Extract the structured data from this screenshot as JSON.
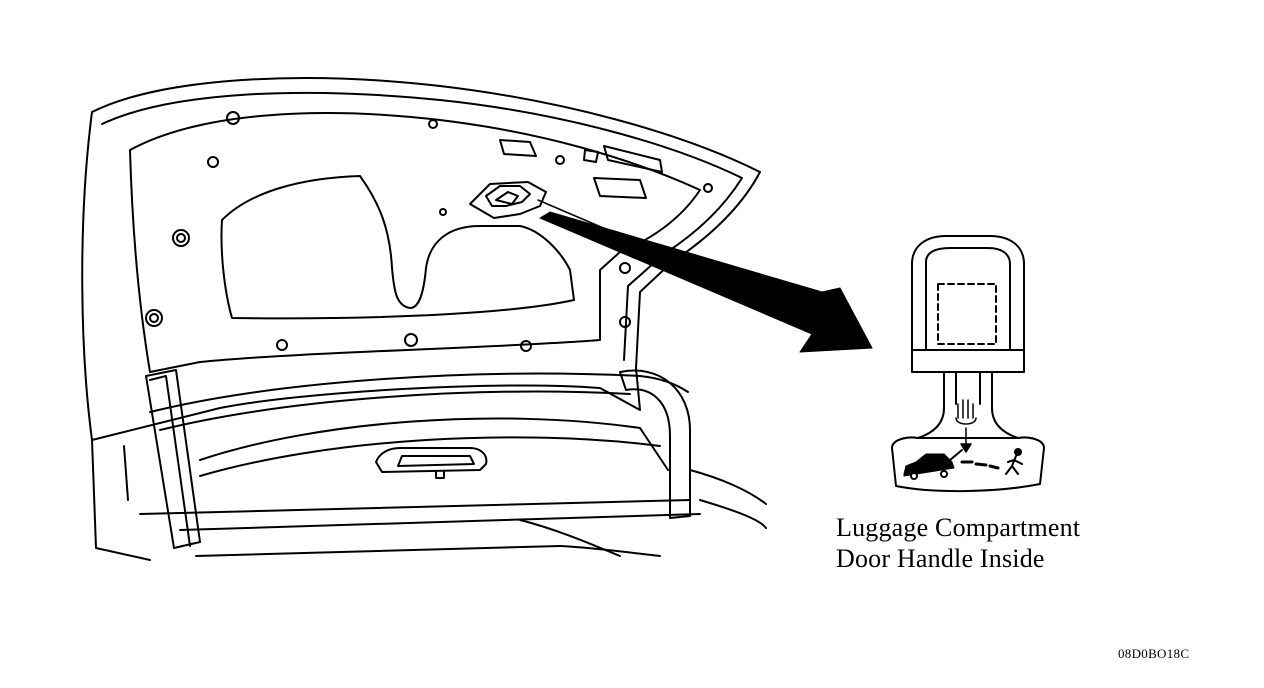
{
  "caption": {
    "line1": "Luggage Compartment",
    "line2": "Door Handle Inside"
  },
  "figure_code": "08D0BO18C",
  "icons": {
    "car": "car-with-open-trunk-icon",
    "hand": "pull-hand-icon",
    "person": "running-person-icon"
  }
}
